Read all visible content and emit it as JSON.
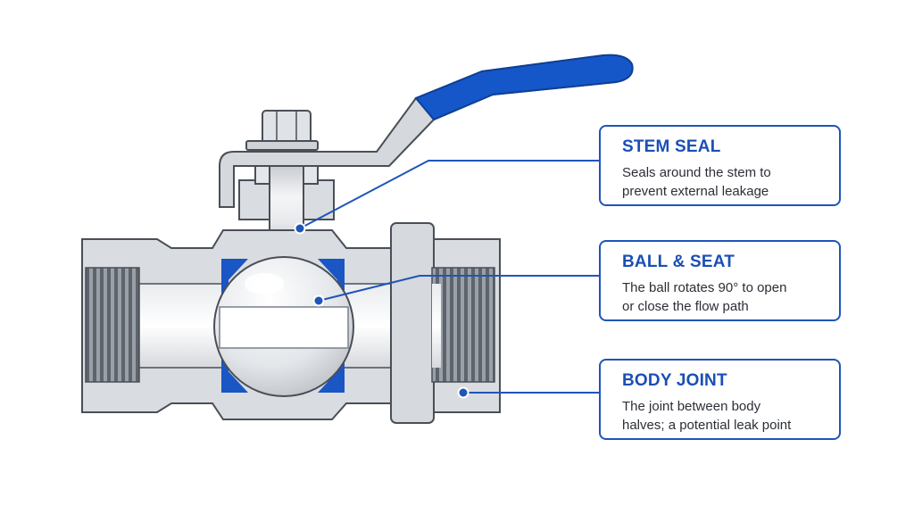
{
  "colors": {
    "accent": "#1f55b8",
    "handle": "#1557c9",
    "metal": "#d9dce0",
    "outline": "#4a4f57",
    "seat": "#1a56c4"
  },
  "callouts": [
    {
      "title": "STEM SEAL",
      "lines": [
        "Seals around the stem to",
        "prevent external leakage"
      ]
    },
    {
      "title": "BALL & SEAT",
      "lines": [
        "The ball rotates 90° to open",
        "or close the flow path"
      ]
    },
    {
      "title": "BODY JOINT",
      "lines": [
        "The joint between body",
        "halves; a potential leak point"
      ]
    }
  ]
}
